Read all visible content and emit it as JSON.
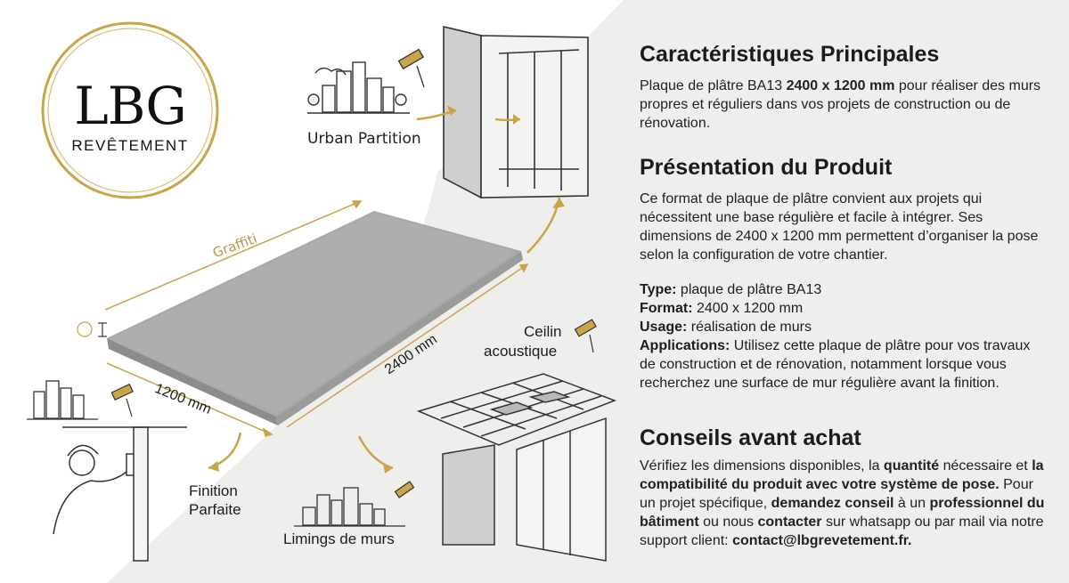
{
  "brand": {
    "logo_main": "LBG",
    "logo_sub": "REVÊTEMENT",
    "gold": "#c9a548"
  },
  "labels": {
    "urban_partition": "Urban Partition",
    "graffiti": "Graffiti",
    "dim_long": "2400 mm",
    "dim_short": "1200 mm",
    "ceiling_line1": "Ceilin",
    "ceiling_line2": "acoustique",
    "finition_line1": "Finition",
    "finition_line2": "Parfaite",
    "limings": "Limings de murs"
  },
  "content": {
    "s1_title": "Caractéristiques Principales",
    "s1_p_a": "Plaque de plâtre BA13 ",
    "s1_p_b": "2400 x 1200 mm",
    "s1_p_c": " pour réaliser des murs propres et réguliers dans vos projets de construction ou de rénovation.",
    "s2_title": "Présentation du Produit",
    "s2_p": "Ce format de plaque de plâtre convient aux projets qui nécessitent une base régulière et facile à intégrer. Ses dimensions de 2400 x 1200 mm permettent d’organiser la pose selon la configuration de votre chantier.",
    "type_k": "Type:",
    "type_v": " plaque de plâtre BA13",
    "format_k": "Format:",
    "format_v": " 2400 x 1200 mm",
    "usage_k": "Usage:",
    "usage_v": " réalisation de murs",
    "app_k": "Applications:",
    "app_v": " Utilisez cette plaque de plâtre pour vos travaux de construction et de rénovation, notamment lorsque vous recherchez une surface de mur régulière avant la finition.",
    "s4_title": "Conseils avant achat",
    "s4_a": "Vérifiez les dimensions disponibles, la ",
    "s4_b": "quantité",
    "s4_c": " nécessaire et ",
    "s4_d": "la compatibilité du produit avec votre système de pose.",
    "s4_e": " Pour un projet spécifique, ",
    "s4_f": "demandez conseil",
    "s4_g": " à un ",
    "s4_h": "professionnel du bâtiment",
    "s4_i": " ou nous ",
    "s4_j": "contacter",
    "s4_k": " sur whatsapp ou par mail via notre support client: ",
    "s4_l": "contact@lbgrevetement.fr."
  }
}
